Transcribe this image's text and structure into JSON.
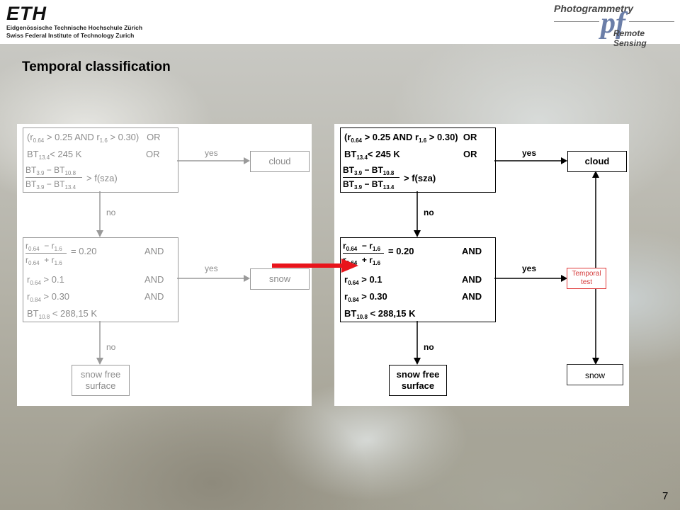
{
  "header": {
    "eth_logo": "ETH",
    "eth_line1": "Eidgenössische Technische Hochschule Zürich",
    "eth_line2": "Swiss Federal Institute of Technology Zurich",
    "pf_title": "Photogrammetry",
    "pf_logo": "pf",
    "pf_sub": "Remote Sensing"
  },
  "slide": {
    "title": "Temporal classification",
    "page_number": "7"
  },
  "flow": {
    "cond1_line1": "(r0.64 > 0.25 AND r1.6 > 0.30)   OR",
    "cond1_line2": "BT13.4< 245 K   OR",
    "cond1_line3": "(BT3.9 − BT10.8)/(BT3.9 − BT13.4) > f(sza)",
    "cond2_line1": "(r0.64 − r1.6)/(r0.64 + r1.6) = 0.20   AND",
    "cond2_line2": "r0.64 > 0.1   AND",
    "cond2_line3": "r0.84 > 0.30   AND",
    "cond2_line4": "BT10.8 < 288,15 K",
    "yes": "yes",
    "no": "no",
    "out_cloud": "cloud",
    "out_snow": "snow",
    "out_snowfree_1": "snow free",
    "out_snowfree_2": "surface",
    "temporal_1": "Temporal",
    "temporal_2": "test",
    "snow_result": "snow"
  },
  "colors": {
    "arrow_red": "#e8141b",
    "temporal_red": "#d43a3a",
    "faded": "#8c8c8c"
  }
}
